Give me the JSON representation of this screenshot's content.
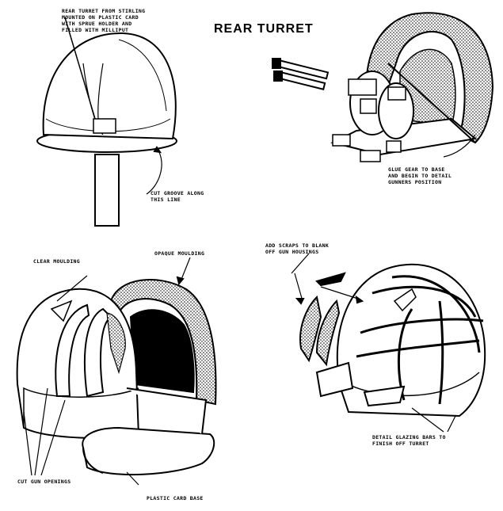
{
  "title": "REAR TURRET",
  "labels": {
    "blister": "REAR TURRET FROM STIRLING\nMOUNTED ON PLASTIC CARD\nWITH SPRUE HOLDER AND\nFILLED WITH MILLIPUT",
    "groove": "CUT GROOVE ALONG\nTHIS LINE",
    "gear": "GLUE GEAR TO BASE\nAND BEGIN TO DETAIL\nGUNNERS POSITION",
    "clear": "CLEAR MOULDING",
    "opaque": "OPAQUE MOULDING",
    "scraps": "ADD SCRAPS TO BLANK\nOFF GUN HOUSINGS",
    "gun_openings": "CUT GUN OPENINGS",
    "card_base": "PLASTIC CARD BASE",
    "glazing": "DETAIL GLAZING BARS TO\nFINISH OFF TURRET"
  }
}
